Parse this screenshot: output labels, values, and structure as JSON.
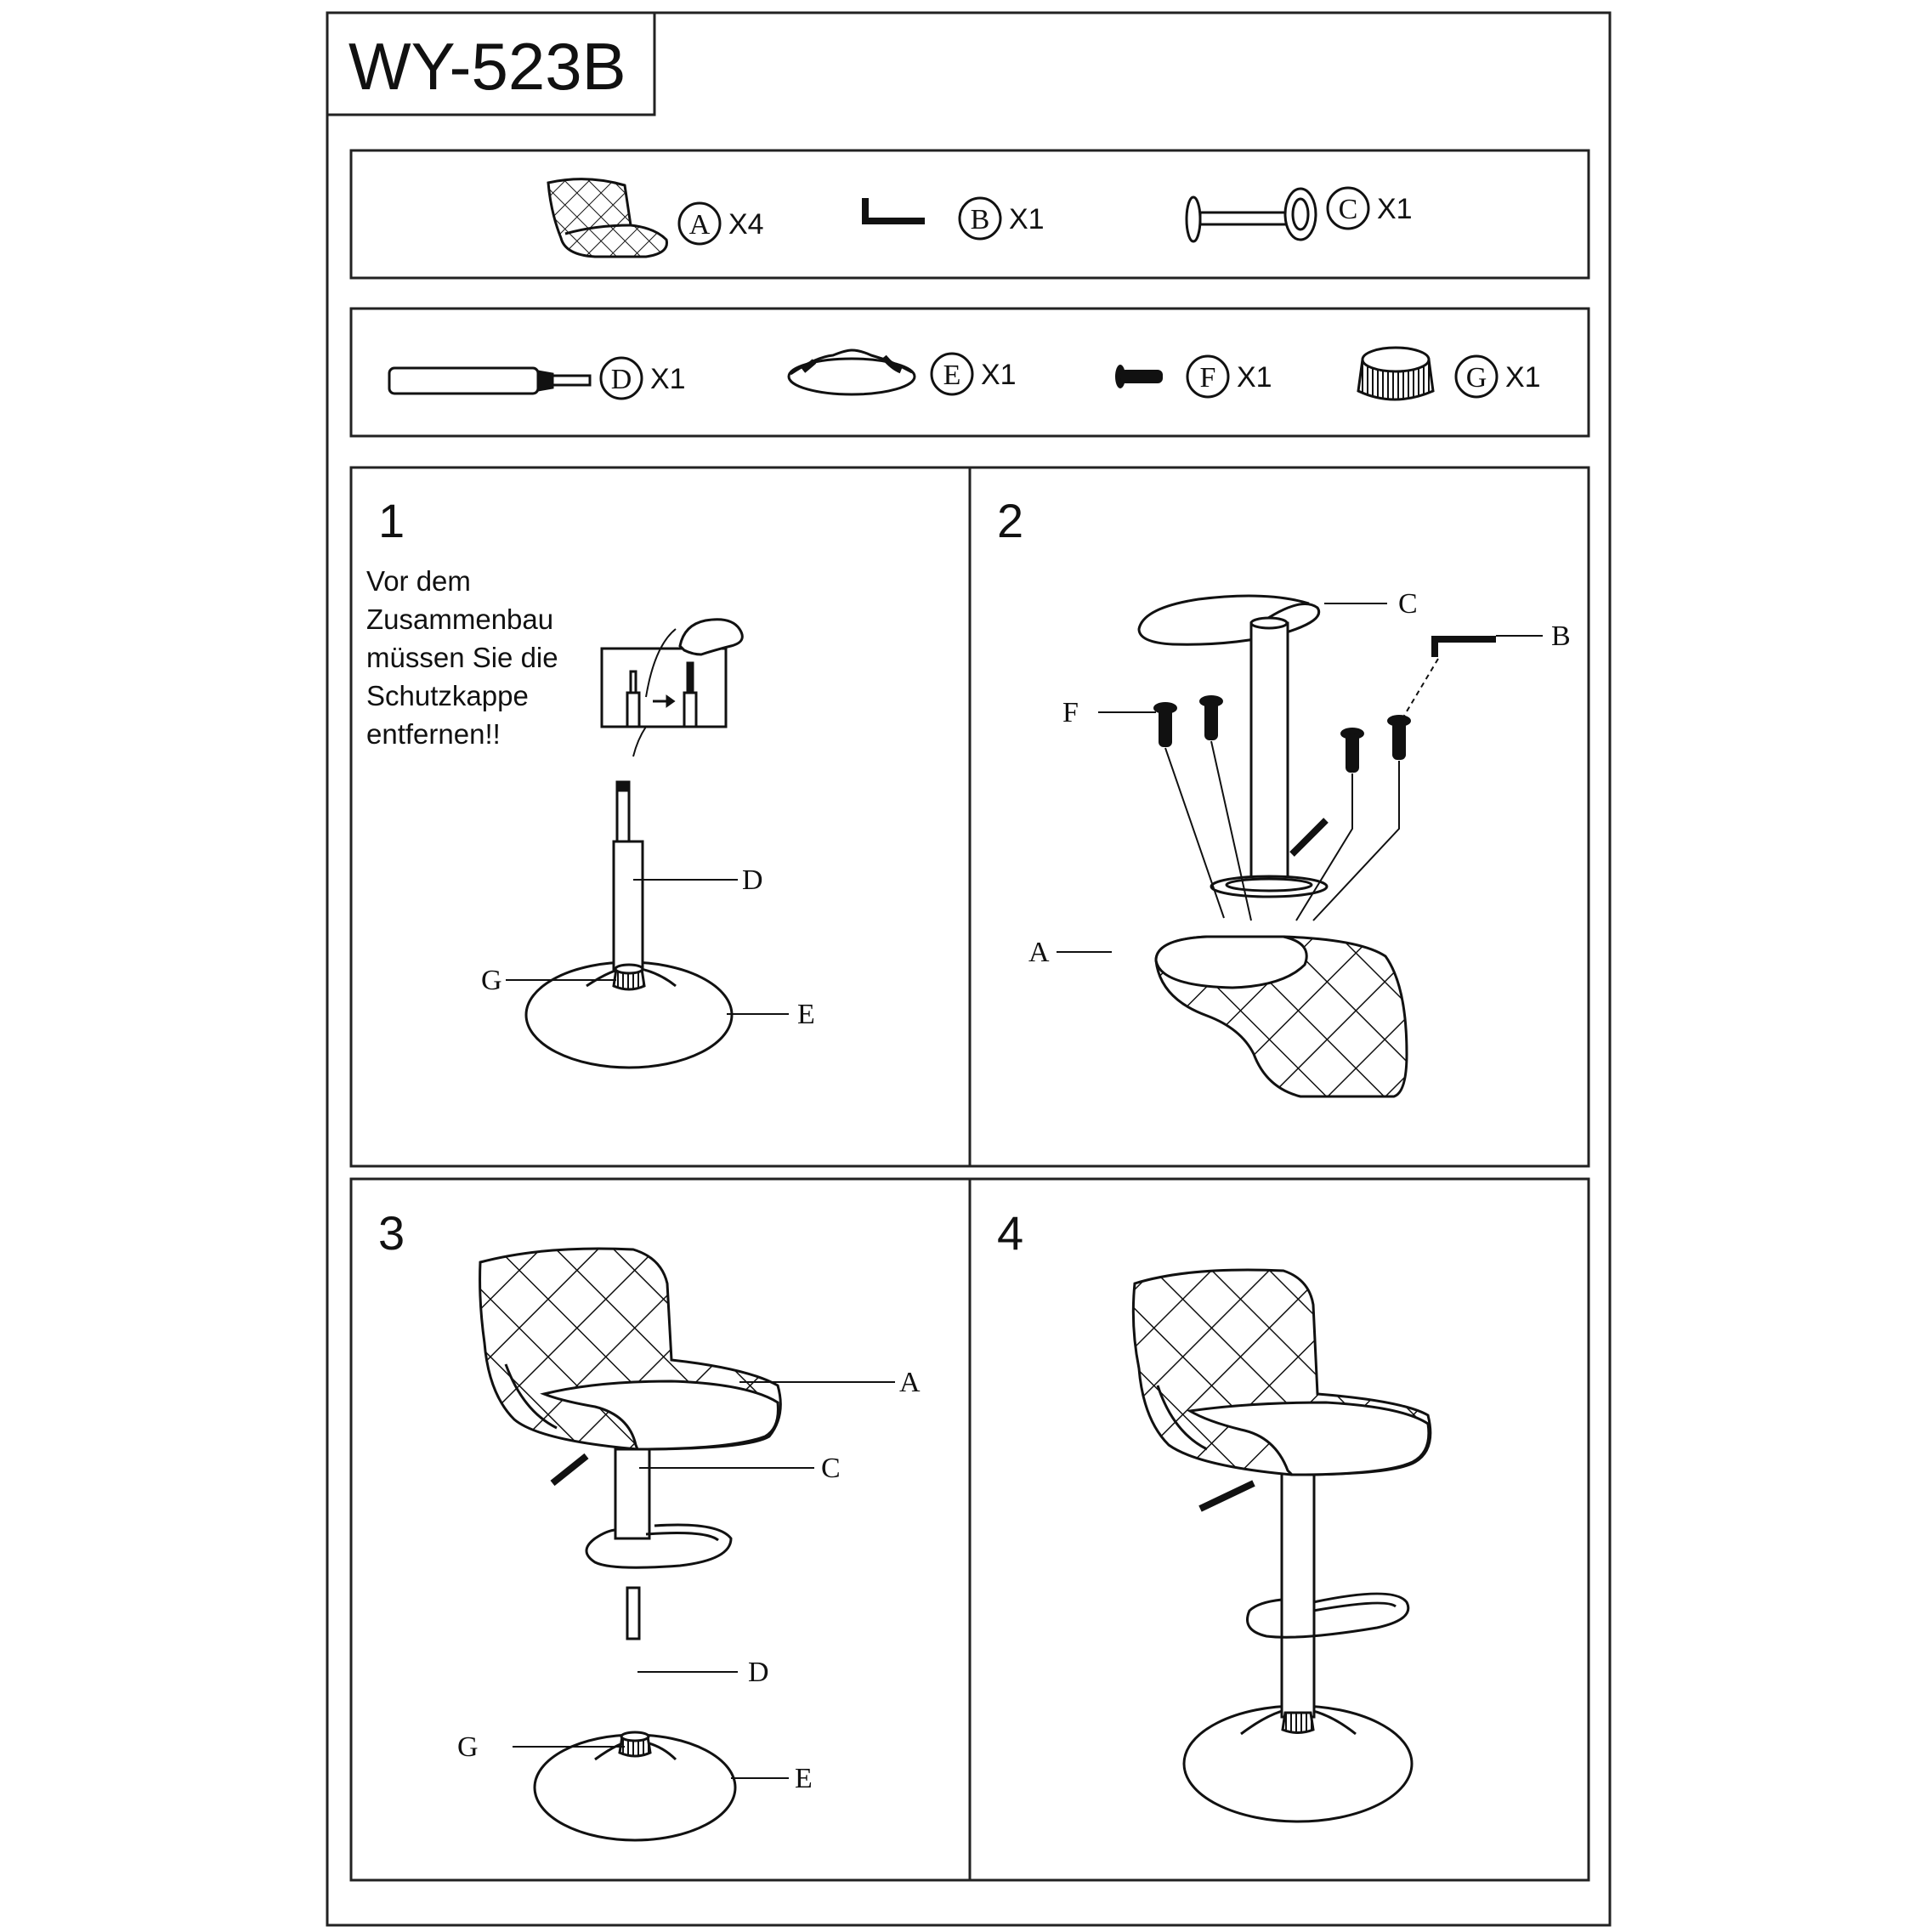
{
  "model": "WY-523B",
  "parts": [
    {
      "letter": "A",
      "qty": "X4"
    },
    {
      "letter": "B",
      "qty": "X1"
    },
    {
      "letter": "C",
      "qty": "X1"
    },
    {
      "letter": "D",
      "qty": "X1"
    },
    {
      "letter": "E",
      "qty": "X1"
    },
    {
      "letter": "F",
      "qty": "X1"
    },
    {
      "letter": "G",
      "qty": "X1"
    }
  ],
  "steps": [
    {
      "number": "1",
      "note": [
        "Vor dem",
        "Zusammenbau",
        "müssen Sie die",
        "Schutzkappe",
        "entfernen!!"
      ],
      "labels": [
        "D",
        "G",
        "E"
      ]
    },
    {
      "number": "2",
      "labels": [
        "C",
        "B",
        "F",
        "A"
      ]
    },
    {
      "number": "3",
      "labels": [
        "A",
        "C",
        "D",
        "G",
        "E"
      ]
    },
    {
      "number": "4"
    }
  ]
}
